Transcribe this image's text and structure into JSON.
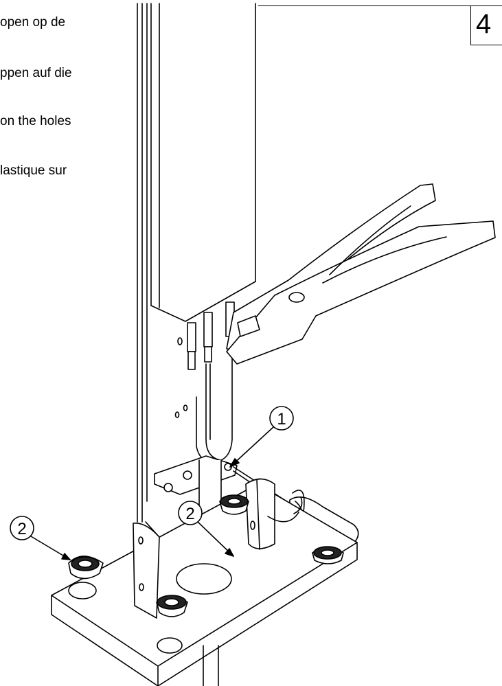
{
  "instructions": {
    "line_nl": "open op de",
    "line_de": "ppen auf die",
    "line_en": "on the holes",
    "line_fr": "lastique sur"
  },
  "page_number": "4",
  "callouts": [
    {
      "label": "1"
    },
    {
      "label": "2"
    },
    {
      "label": "2"
    }
  ]
}
